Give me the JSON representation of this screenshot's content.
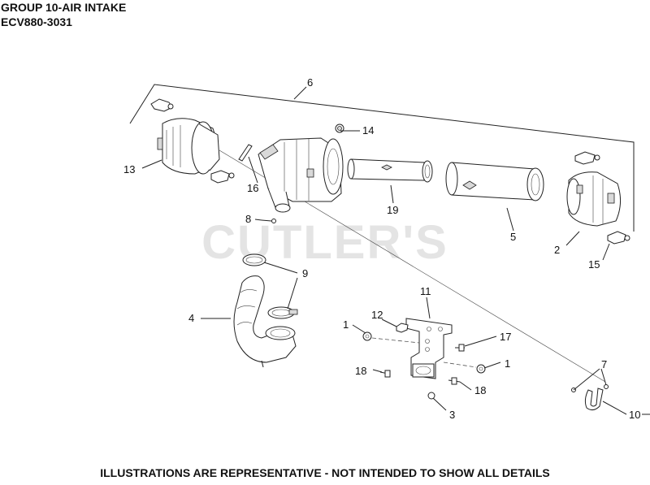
{
  "header": {
    "title": "GROUP 10-AIR INTAKE",
    "model": "ECV880-3031"
  },
  "footer": {
    "note": "ILLUSTRATIONS ARE REPRESENTATIVE - NOT INTENDED TO SHOW ALL DETAILS"
  },
  "watermark": {
    "text": "CUTLER'S"
  },
  "callouts": {
    "c1a": "1",
    "c1b": "1",
    "c2": "2",
    "c3": "3",
    "c4": "4",
    "c5": "5",
    "c6": "6",
    "c7": "7",
    "c8": "8",
    "c9": "9",
    "c10": "10",
    "c11": "11",
    "c12": "12",
    "c13": "13",
    "c14": "14",
    "c15": "15",
    "c16": "16",
    "c17": "17",
    "c18a": "18",
    "c18b": "18",
    "c19": "19"
  }
}
